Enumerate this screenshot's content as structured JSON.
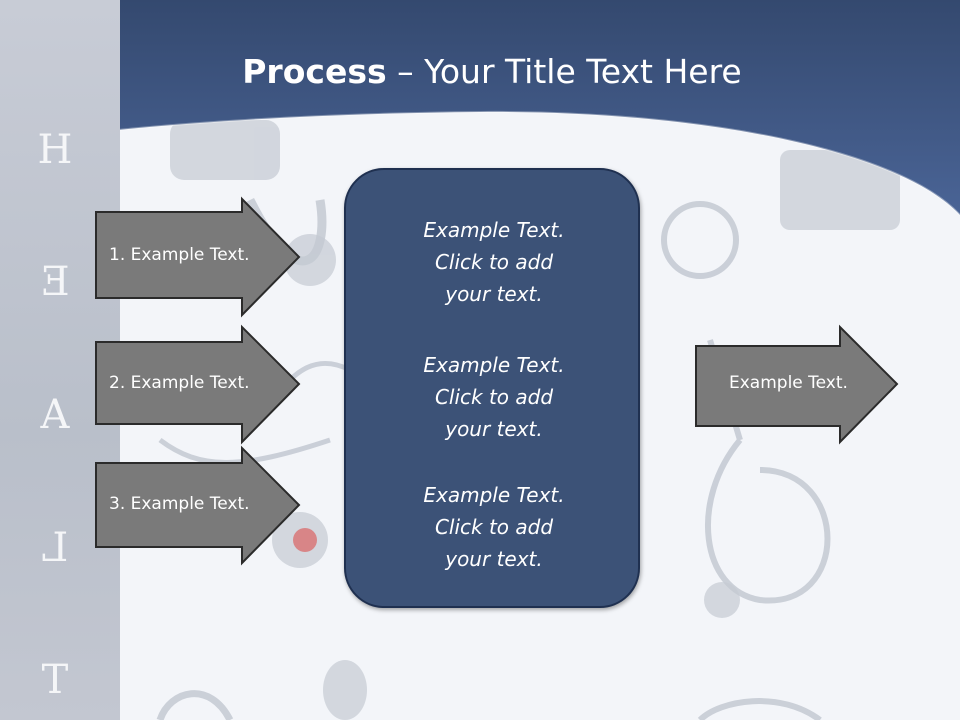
{
  "slide": {
    "title_bold": "Process",
    "title_rest": " – Your Title Text Here"
  },
  "side_letters": [
    "H",
    "E",
    "A",
    "L",
    "T"
  ],
  "inputs": [
    {
      "label": "1. Example Text."
    },
    {
      "label": "2. Example Text."
    },
    {
      "label": "3. Example Text."
    }
  ],
  "center_box": {
    "blocks": [
      {
        "line1": "Example Text.",
        "line2": "Click  to add",
        "line3": "your text."
      },
      {
        "line1": "Example Text.",
        "line2": "Click  to add",
        "line3": "your text."
      },
      {
        "line1": "Example Text.",
        "line2": "Click  to add",
        "line3": "your text."
      }
    ]
  },
  "output": {
    "label": "Example Text."
  },
  "colors": {
    "header_blue": "#3f5987",
    "arrow_fill": "#7a7a7a",
    "center_box_fill": "#3c5277",
    "left_bar": "#c0c5cf"
  }
}
